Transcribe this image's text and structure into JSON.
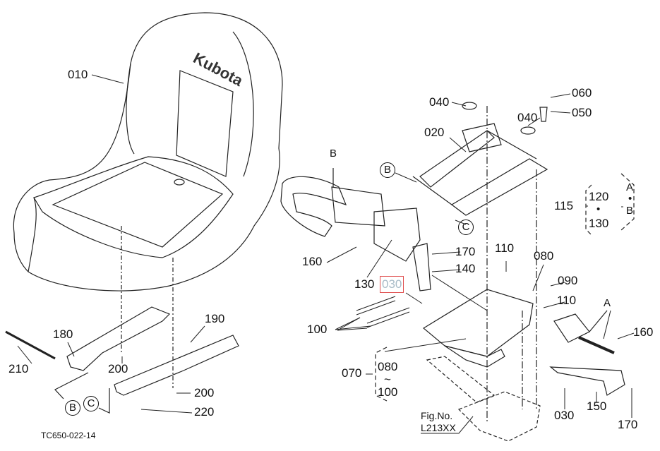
{
  "diagram": {
    "logo_text": "Kubota",
    "drawing_code": "TC650-022-14",
    "figure_ref": {
      "label": "Fig.No.",
      "number": "L213XX"
    },
    "highlight_color": "#e05050",
    "callouts": [
      "010",
      "040",
      "060",
      "050",
      "040",
      "020",
      "115",
      "120",
      "130",
      "110",
      "080",
      "170",
      "160",
      "140",
      "130",
      "030",
      "090",
      "110",
      "100",
      "160",
      "190",
      "180",
      "210",
      "200",
      "070",
      "080",
      "100",
      "200",
      "220",
      "150",
      "030",
      "170"
    ],
    "markers": {
      "B1": "B",
      "C1": "C",
      "B_top": "B",
      "A_top": "A",
      "A_group": "A",
      "B_group": "B",
      "B2": "B",
      "C2": "C",
      "dot1": "•",
      "dot2": "•",
      "tilde": "~"
    }
  }
}
